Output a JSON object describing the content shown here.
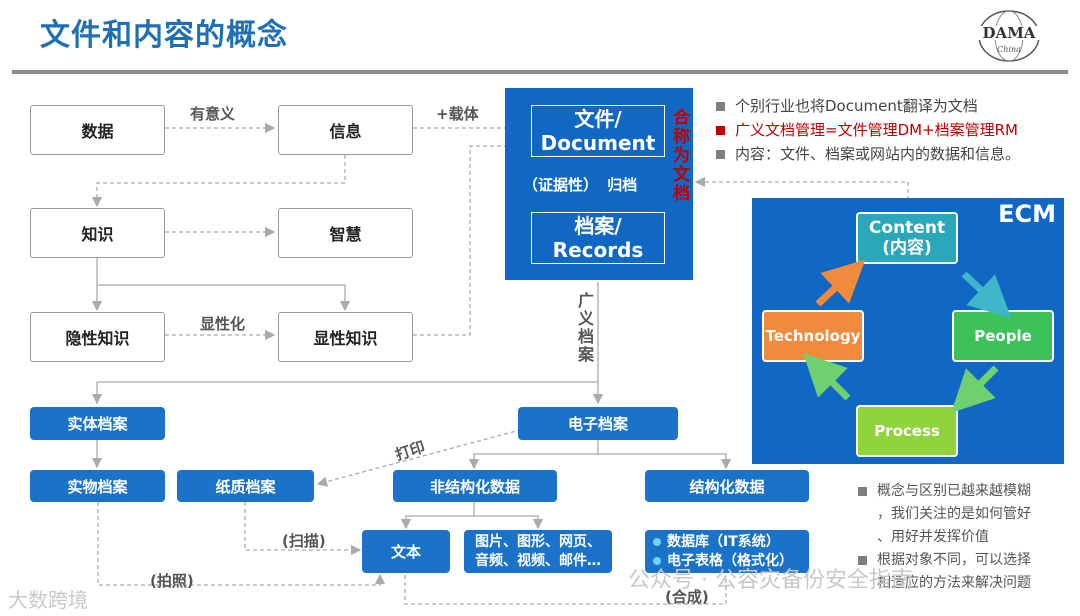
{
  "title": "文件和内容的概念",
  "logo": {
    "text": "DAMA",
    "sub": "China"
  },
  "hierarchy": {
    "data": "数据",
    "info": "信息",
    "knowledge": "知识",
    "wisdom": "智慧",
    "tacit": "隐性知识",
    "explicit": "显性知识",
    "meaningful": "有意义",
    "carrier": "+载体",
    "explicitize": "显性化"
  },
  "docbox": {
    "doc_cn": "文件/",
    "doc_en": "Document",
    "evidence": "（证据性）",
    "archive": "归档",
    "rec_cn": "档案/",
    "rec_en": "Records",
    "collective": "合称为文档",
    "broad_archive": "广义档案"
  },
  "notes": [
    {
      "text": "个别行业也将Document翻译为文档",
      "color": "#444444"
    },
    {
      "text": "广义文档管理=文件管理DM+档案管理RM",
      "color": "#c00000"
    },
    {
      "text": "内容：文件、档案或网站内的数据和信息。",
      "color": "#444444"
    }
  ],
  "ecm": {
    "label": "ECM",
    "content": "Content",
    "content_cn": "(内容)",
    "technology": "Technology",
    "people": "People",
    "process": "Process",
    "colors": {
      "content": "#2aa7b8",
      "technology": "#f08a3c",
      "people": "#3dc25a",
      "process": "#8ed43a"
    }
  },
  "archives": {
    "physical": "实体档案",
    "electronic": "电子档案",
    "object": "实物档案",
    "paper": "纸质档案",
    "unstructured": "非结构化数据",
    "structured": "结构化数据",
    "text": "文本",
    "media_line1": "图片、图形、网页、",
    "media_line2": "音频、视频、邮件…",
    "db": "数据库（IT系统）",
    "sheet": "电子表格（格式化）",
    "print": "打印",
    "scan": "(扫描)",
    "photo": "(拍照)",
    "synth": "(合成)"
  },
  "notes2": [
    "概念与区别已越来越模糊",
    "，我们关注的是如何管好",
    "、用好并发挥价值",
    "根据对象不同，可以选择",
    "相适应的方法来解决问题"
  ],
  "watermarks": {
    "left": "大数跨境",
    "right": "公众号 · 公容灾备份安全指南"
  }
}
